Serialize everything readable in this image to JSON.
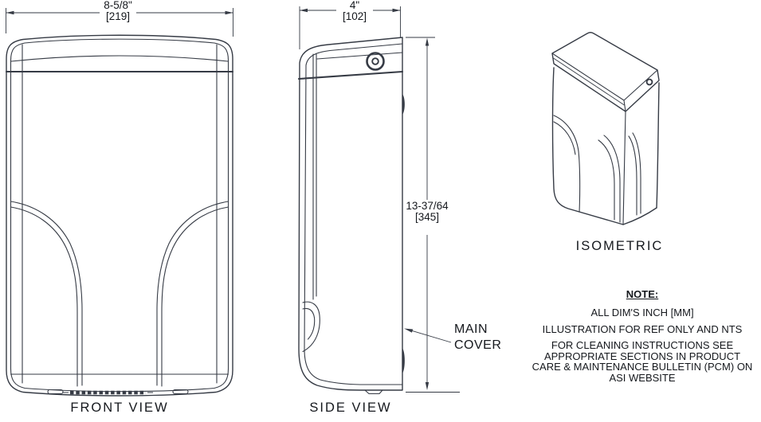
{
  "drawing": {
    "front_view": {
      "label": "FRONT VIEW",
      "width_dimension": {
        "inches": "8-5/8\"",
        "mm": "[219]"
      }
    },
    "side_view": {
      "label": "SIDE VIEW",
      "depth_dimension": {
        "inches": "4\"",
        "mm": "[102]"
      },
      "height_dimension": {
        "inches": "13-37/64",
        "mm": "[345]"
      },
      "callout": {
        "line1": "MAIN",
        "line2": "COVER"
      }
    },
    "isometric_view": {
      "label": "ISOMETRIC"
    },
    "notes": {
      "title": "NOTE:",
      "line1": "ALL DIM'S INCH [MM]",
      "line2": "ILLUSTRATION FOR REF ONLY AND NTS",
      "line3": "FOR CLEANING INSTRUCTIONS SEE APPROPRIATE SECTIONS IN PRODUCT CARE & MAINTENANCE BULLETIN (PCM) ON ASI WEBSITE"
    },
    "colors": {
      "line": "#363b45",
      "text": "#15181d",
      "background": "#ffffff"
    }
  }
}
